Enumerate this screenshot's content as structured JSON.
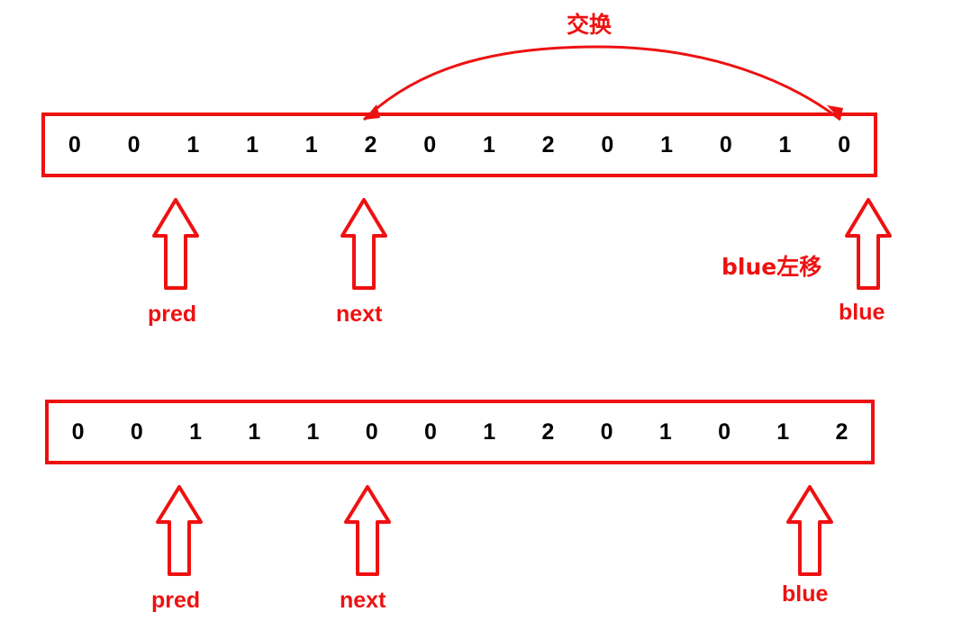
{
  "diagram": {
    "title_annotation": "交换",
    "blue_move_annotation": "blue左移",
    "rows": [
      {
        "id": "row-before",
        "values": [
          "0",
          "0",
          "1",
          "1",
          "1",
          "2",
          "0",
          "1",
          "2",
          "0",
          "1",
          "0",
          "1",
          "0"
        ],
        "pointers": [
          {
            "name": "pred",
            "label": "pred",
            "index": 2
          },
          {
            "name": "next",
            "label": "next",
            "index": 5
          },
          {
            "name": "blue",
            "label": "blue",
            "index": 13
          }
        ]
      },
      {
        "id": "row-after",
        "values": [
          "0",
          "0",
          "1",
          "1",
          "1",
          "0",
          "0",
          "1",
          "2",
          "0",
          "1",
          "0",
          "1",
          "2"
        ],
        "pointers": [
          {
            "name": "pred",
            "label": "pred",
            "index": 2
          },
          {
            "name": "next",
            "label": "next",
            "index": 5
          },
          {
            "name": "blue",
            "label": "blue",
            "index": 12
          }
        ]
      }
    ],
    "colors": {
      "accent": "#ee1111",
      "text": "#000000",
      "background": "#ffffff"
    }
  }
}
